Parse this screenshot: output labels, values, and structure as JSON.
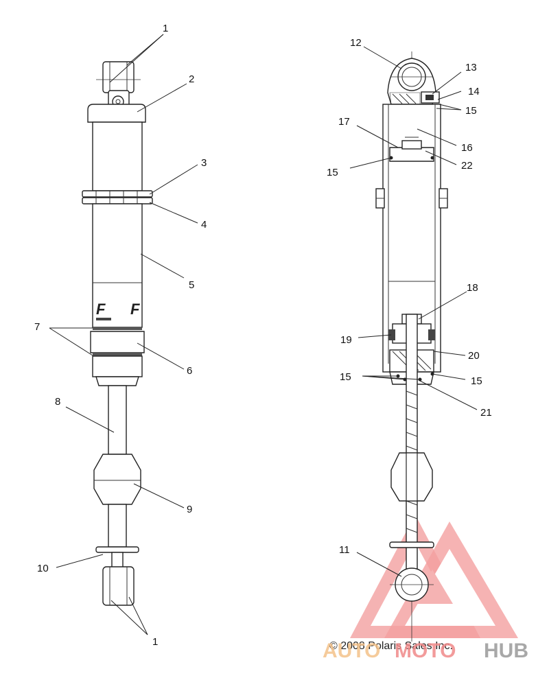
{
  "callouts": [
    {
      "id": "c1a",
      "text": "1"
    },
    {
      "id": "c2",
      "text": "2"
    },
    {
      "id": "c3",
      "text": "3"
    },
    {
      "id": "c4",
      "text": "4"
    },
    {
      "id": "c5",
      "text": "5"
    },
    {
      "id": "c6",
      "text": "6"
    },
    {
      "id": "c7",
      "text": "7"
    },
    {
      "id": "c8",
      "text": "8"
    },
    {
      "id": "c9",
      "text": "9"
    },
    {
      "id": "c10",
      "text": "10"
    },
    {
      "id": "c1b",
      "text": "1"
    },
    {
      "id": "c12",
      "text": "12"
    },
    {
      "id": "c13",
      "text": "13"
    },
    {
      "id": "c14",
      "text": "14"
    },
    {
      "id": "c15a",
      "text": "15"
    },
    {
      "id": "c17",
      "text": "17"
    },
    {
      "id": "c16",
      "text": "16"
    },
    {
      "id": "c22",
      "text": "22"
    },
    {
      "id": "c15b",
      "text": "15"
    },
    {
      "id": "c18",
      "text": "18"
    },
    {
      "id": "c19",
      "text": "19"
    },
    {
      "id": "c20",
      "text": "20"
    },
    {
      "id": "c15c",
      "text": "15"
    },
    {
      "id": "c15d",
      "text": "15"
    },
    {
      "id": "c21",
      "text": "21"
    },
    {
      "id": "c11",
      "text": "11"
    }
  ],
  "copyright": "© 2008 Polaris Sales Inc.",
  "watermark": {
    "auto": "AUTO",
    "moto": "MOTO",
    "hub": "HUB",
    "color_red": "#f08a8a",
    "color_orange": "#f4c28a",
    "color_gray": "#9a9a9a"
  },
  "decals": {
    "logo_mark": "F"
  }
}
